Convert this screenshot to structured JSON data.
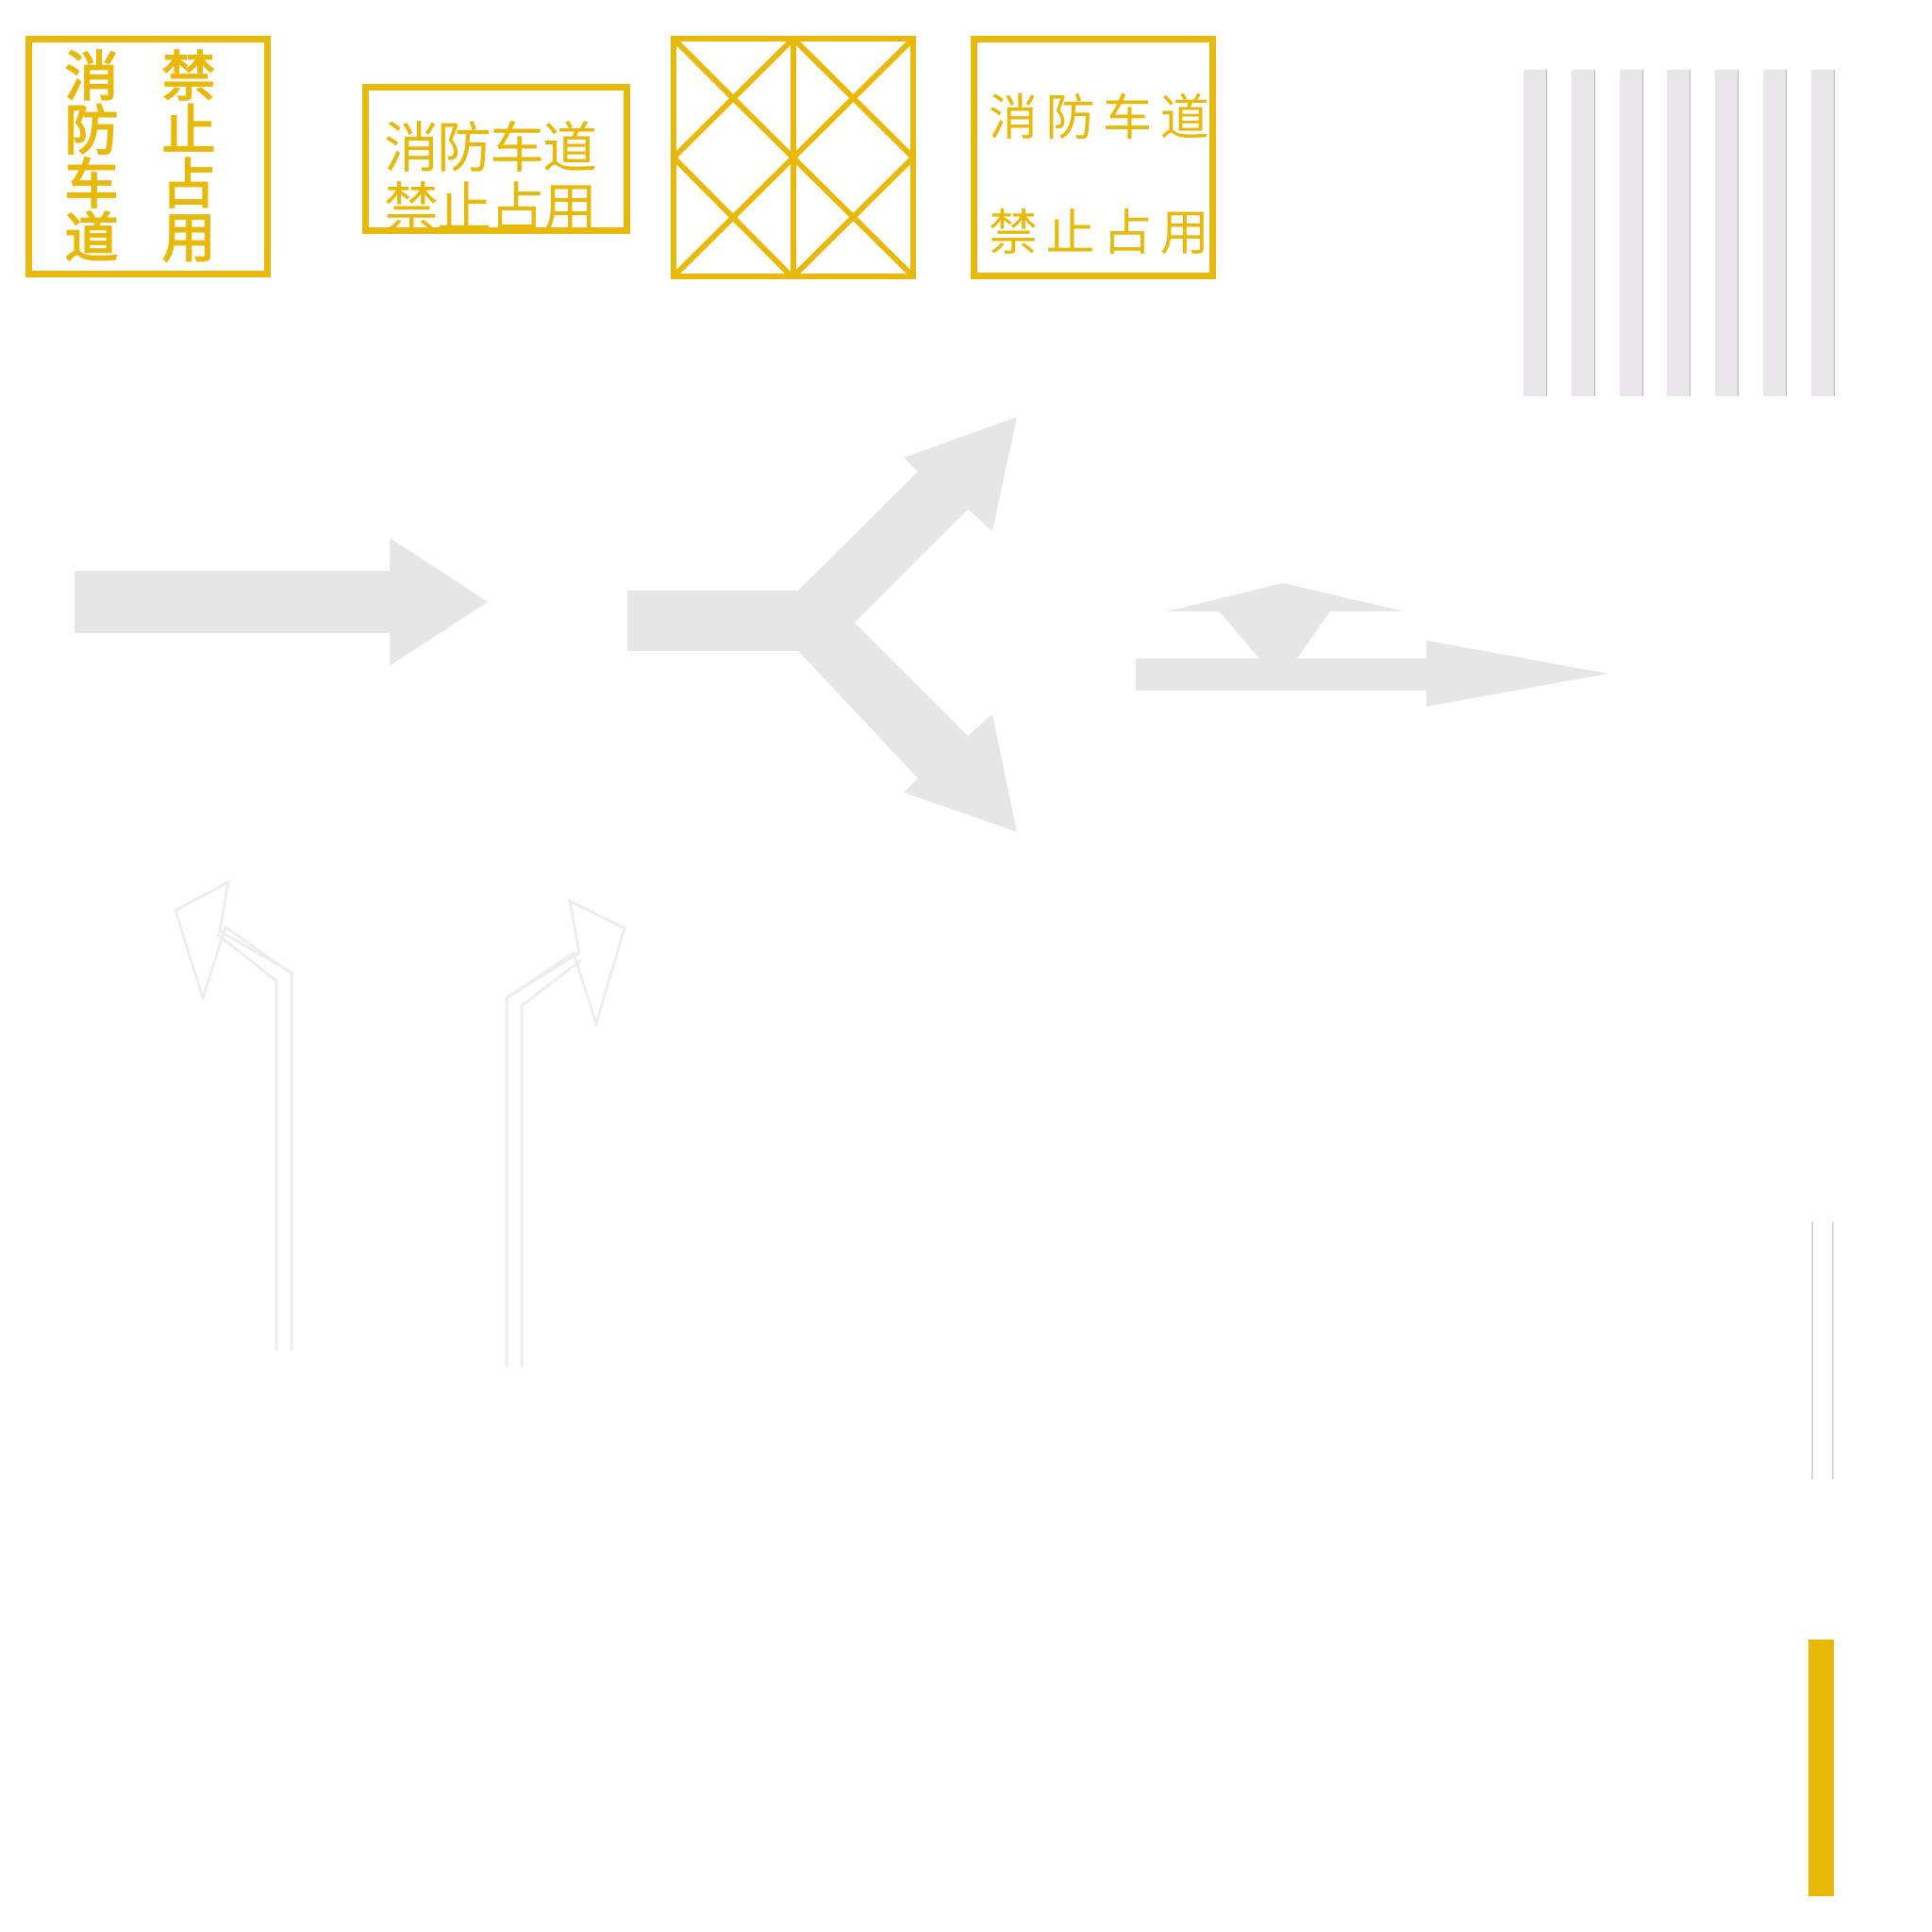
{
  "colors": {
    "marking_yellow": "#E8B90A",
    "paint_white": "#E6E6E6",
    "stripe_grey": "#E9E6EA",
    "stripe_edge": "#B9B6BA",
    "faint_outline": "#EDEDED"
  },
  "signs": {
    "vertical_sign": {
      "col_left": "消防车道",
      "col_right": "禁止占用"
    },
    "compact_sign": {
      "line1": "消防车道",
      "line2": "禁止占用"
    },
    "spaced_sign": {
      "line1": "消 防 车 道",
      "line2": "禁 止 占 用"
    }
  },
  "markings": [
    "hatched-no-parking-box",
    "white-bars-stripes",
    "straight-right-arrow",
    "fork-arrow-up-right-down-right",
    "lane-merge-z-arrow",
    "left-turn-arrow-outline",
    "right-turn-arrow-outline",
    "thin-white-lines",
    "solid-yellow-line"
  ]
}
